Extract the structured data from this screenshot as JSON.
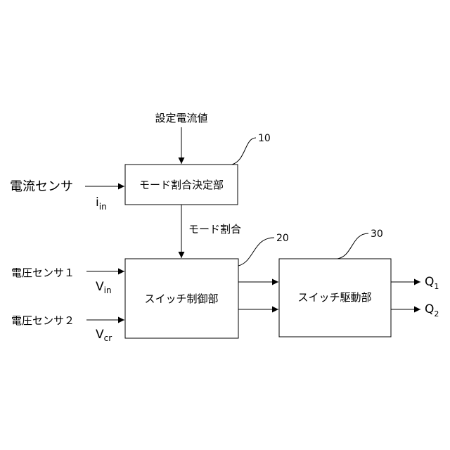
{
  "inputs": {
    "setpoint": "設定電流値",
    "current_sensor": "電流センサ",
    "voltage_sensor_1": "電圧センサ１",
    "voltage_sensor_2": "電圧センサ２"
  },
  "signals": {
    "i_in_base": "i",
    "i_in_sub": "in",
    "v_in_base": "V",
    "v_in_sub": "in",
    "v_cr_base": "V",
    "v_cr_sub": "cr",
    "mode_ratio": "モード割合"
  },
  "blocks": {
    "mode_decision": {
      "label": "モード割合決定部",
      "ref": "10"
    },
    "switch_control": {
      "label": "スイッチ制御部",
      "ref": "20"
    },
    "switch_drive": {
      "label": "スイッチ駆動部",
      "ref": "30"
    }
  },
  "outputs": {
    "q1_base": "Q",
    "q1_sub": "1",
    "q2_base": "Q",
    "q2_sub": "2"
  }
}
